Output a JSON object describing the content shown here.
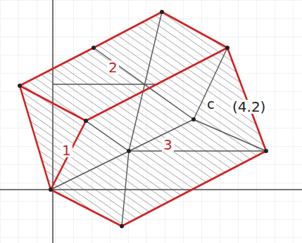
{
  "diagram": {
    "labels": [
      "2",
      "1",
      "3",
      "c",
      "(4.2)"
    ]
  }
}
